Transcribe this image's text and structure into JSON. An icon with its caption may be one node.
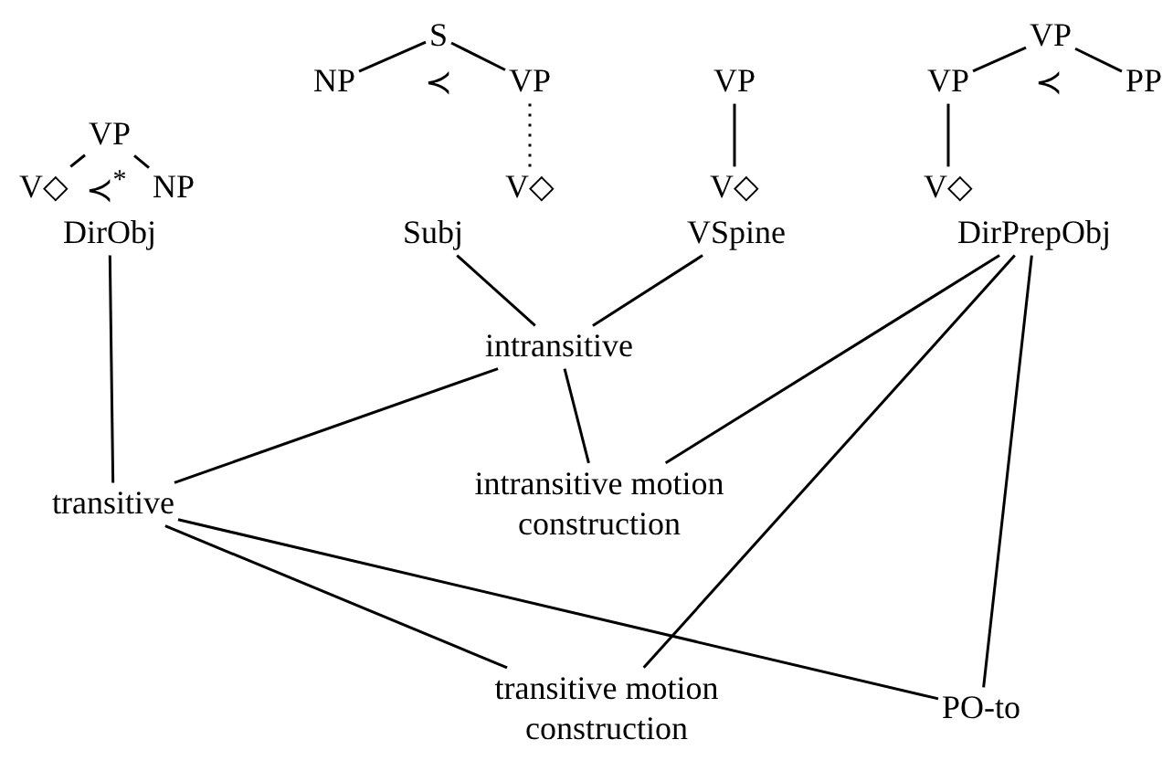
{
  "diagram": {
    "nodes": [
      {
        "text": [
          "VP"
        ]
      },
      {
        "text": [
          "V◇"
        ]
      },
      {
        "text": [
          "NP"
        ]
      },
      {
        "text": [
          "DirObj"
        ]
      },
      {
        "text": [
          "S"
        ]
      },
      {
        "text": [
          "NP"
        ]
      },
      {
        "text": [
          "VP"
        ]
      },
      {
        "text": [
          "V◇"
        ]
      },
      {
        "text": [
          "Subj"
        ]
      },
      {
        "text": [
          "VP"
        ]
      },
      {
        "text": [
          "V◇"
        ]
      },
      {
        "text": [
          "VSpine"
        ]
      },
      {
        "text": [
          "VP"
        ]
      },
      {
        "text": [
          "VP"
        ]
      },
      {
        "text": [
          "PP"
        ]
      },
      {
        "text": [
          "V◇"
        ]
      },
      {
        "text": [
          "DirPrepObj"
        ]
      },
      {
        "text": [
          "intransitive"
        ]
      },
      {
        "text": [
          "transitive"
        ]
      },
      {
        "text": [
          "intransitive motion construction"
        ]
      },
      {
        "text": [
          "transitive motion construction"
        ]
      },
      {
        "text": [
          "PO-to"
        ]
      }
    ],
    "edges": [
      {
        "from": 0,
        "to": 1,
        "arrow": "none"
      },
      {
        "from": 0,
        "to": 2,
        "arrow": "none"
      },
      {
        "from": 4,
        "to": 5,
        "arrow": "none"
      },
      {
        "from": 4,
        "to": 6,
        "arrow": "none"
      },
      {
        "from": 6,
        "to": 7,
        "arrow": "none",
        "style": "dashed"
      },
      {
        "from": 9,
        "to": 10,
        "arrow": "none"
      },
      {
        "from": 12,
        "to": 13,
        "arrow": "none"
      },
      {
        "from": 12,
        "to": 14,
        "arrow": "none"
      },
      {
        "from": 13,
        "to": 15,
        "arrow": "none"
      },
      {
        "from": 3,
        "to": 18,
        "arrow": "none"
      },
      {
        "from": 8,
        "to": 17,
        "arrow": "none"
      },
      {
        "from": 11,
        "to": 17,
        "arrow": "none"
      },
      {
        "from": 17,
        "to": 18,
        "arrow": "none"
      },
      {
        "from": 17,
        "to": 19,
        "arrow": "none"
      },
      {
        "from": 16,
        "to": 19,
        "arrow": "none"
      },
      {
        "from": 16,
        "to": 20,
        "arrow": "none"
      },
      {
        "from": 16,
        "to": 21,
        "arrow": "none"
      },
      {
        "from": 18,
        "to": 20,
        "arrow": "none"
      },
      {
        "from": 18,
        "to": 21,
        "arrow": "none"
      }
    ],
    "labels": [
      "≺$^{*}$",
      "≺",
      "≺"
    ]
  }
}
